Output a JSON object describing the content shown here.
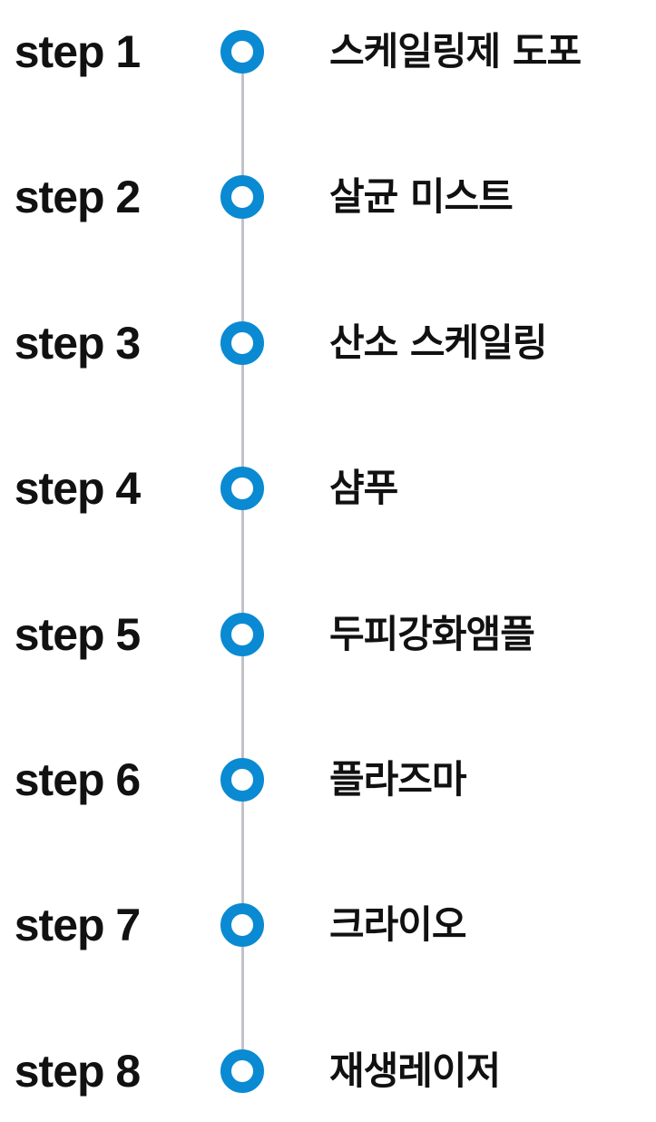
{
  "steps": [
    {
      "step": "step 1",
      "label": "스케일링제 도포"
    },
    {
      "step": "step 2",
      "label": "살균 미스트"
    },
    {
      "step": "step 3",
      "label": "산소 스케일링"
    },
    {
      "step": "step 4",
      "label": "샴푸"
    },
    {
      "step": "step 5",
      "label": "두피강화앰플"
    },
    {
      "step": "step 6",
      "label": "플라즈마"
    },
    {
      "step": "step 7",
      "label": "크라이오"
    },
    {
      "step": "step 8",
      "label": "재생레이저"
    }
  ],
  "colors": {
    "accent": "#0a8ad2",
    "line": "#c2c2c8"
  }
}
